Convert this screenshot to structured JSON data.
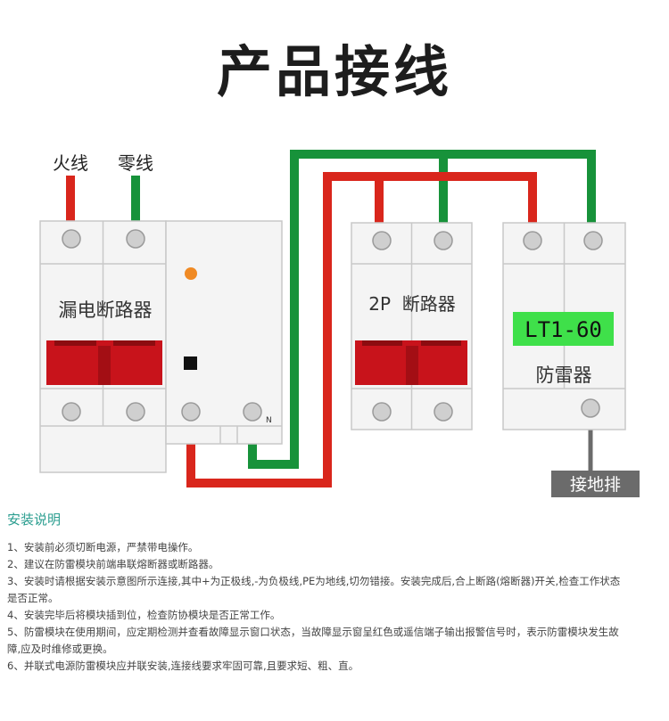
{
  "title": "产品接线",
  "wires": {
    "live_label": "火线",
    "neutral_label": "零线",
    "colors": {
      "live": "#d9261c",
      "neutral": "#17923a"
    }
  },
  "rcd": {
    "label": "漏电断路器",
    "terminal_n": "N"
  },
  "breaker": {
    "label": "2P  断路器"
  },
  "spd": {
    "model": "LT1-60",
    "label": "防雷器",
    "model_bg": "#3fe04a"
  },
  "ground": {
    "label": "接地排"
  },
  "instructions": {
    "title": "安装说明",
    "lines": [
      "1、安装前必须切断电源，严禁带电操作。",
      "2、建议在防雷模块前端串联熔断器或断路器。",
      "3、安装时请根据安装示意图所示连接,其中+为正极线,-为负极线,PE为地线,切勿错接。安装完成后,合上断路(熔断器)开关,检查工作状态",
      "是否正常。",
      "4、安装完毕后将模块插到位，检查防协模块是否正常工作。",
      "5、防雷模块在使用期间，应定期检测并查看故障显示窗口状态，当故障显示窗呈红色或遥信端子输出报警信号时，表示防雷模块发生故",
      "障,应及时维修或更换。",
      "6、并联式电源防雷模块应并联安装,连接线要求牢固可靠,且要求短、粗、直。"
    ]
  }
}
